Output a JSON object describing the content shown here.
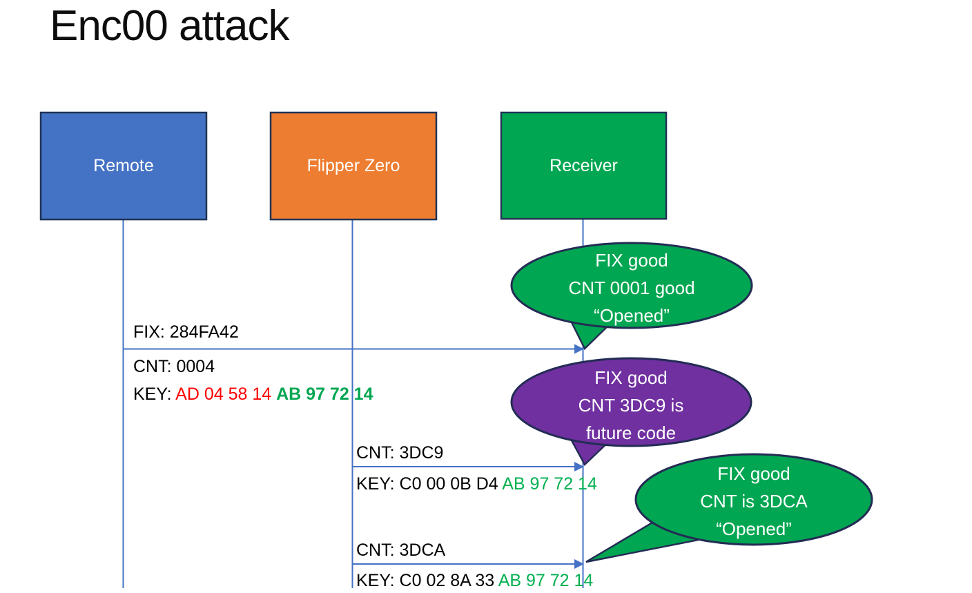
{
  "title": "Enc00 attack",
  "actors": [
    {
      "label": "Remote",
      "fill": "#4472C4"
    },
    {
      "label": "Flipper Zero",
      "fill": "#ED7D31"
    },
    {
      "label": "Receiver",
      "fill": "#00A651"
    }
  ],
  "messages": [
    {
      "fix": "FIX: 284FA42",
      "cnt": "CNT: 0004",
      "key_label": "KEY: ",
      "key_red": "AD 04 58 14 ",
      "key_green": "AB 97 72 14"
    },
    {
      "cnt": "CNT: 3DC9",
      "key_black": "KEY: C0 00 0B D4 ",
      "key_green": "AB 97 72 14"
    },
    {
      "cnt": "CNT: 3DCA",
      "key_black": "KEY: C0 02 8A 33 ",
      "key_green": "AB 97 72 14"
    }
  ],
  "callouts": [
    {
      "fill": "#00A651",
      "lines": [
        "FIX good",
        "CNT 0001 good",
        "“Opened”"
      ]
    },
    {
      "fill": "#7030A0",
      "lines": [
        "FIX good",
        "CNT 3DC9 is",
        "future code"
      ]
    },
    {
      "fill": "#00A651",
      "lines": [
        "FIX good",
        "CNT is 3DCA",
        "“Opened”"
      ]
    }
  ],
  "colors": {
    "lifeline_arrow_blue": "#4472C4",
    "box_border_navy": "#1F3455",
    "bubble_border_navy": "#232C54",
    "key_red": "#FF0000",
    "key_green": "#00B050",
    "bubble_text": "#FFFFFF",
    "title_text": "#0D0D0D"
  }
}
